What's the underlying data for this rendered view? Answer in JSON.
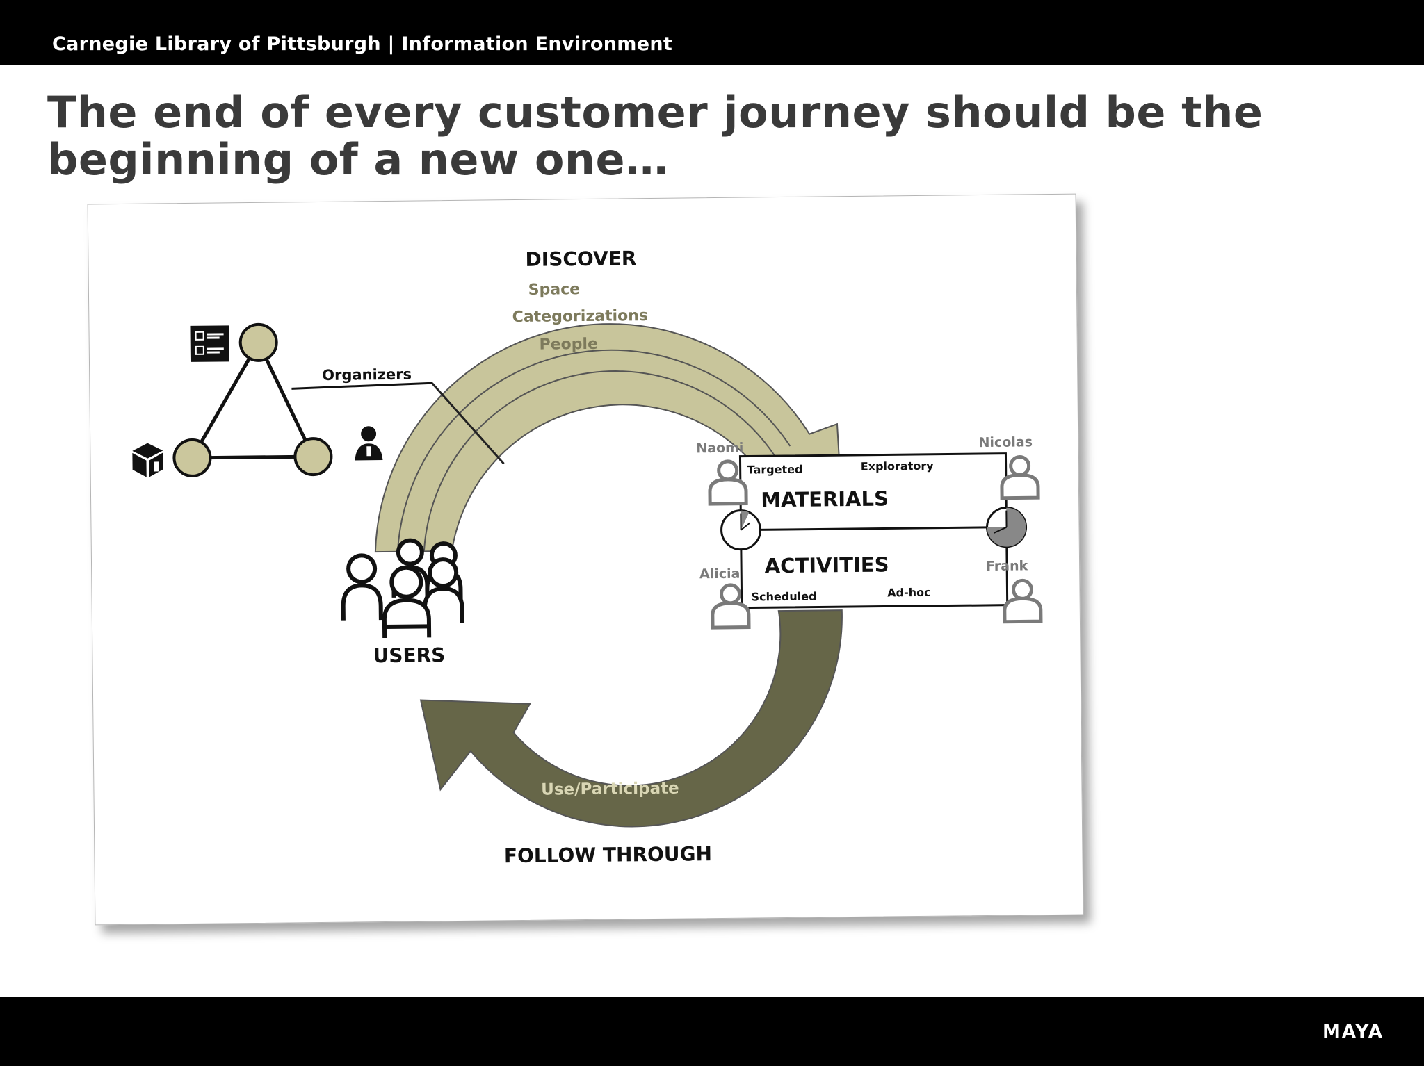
{
  "header": {
    "breadcrumb": "Carnegie Library of Pittsburgh | Information Environment"
  },
  "slide": {
    "title": "The end of every customer journey should be the beginning of a new one…"
  },
  "footer": {
    "logo": "MAYA"
  },
  "diagram": {
    "discover": "DISCOVER",
    "discover_bands": [
      "Space",
      "Categorizations",
      "People"
    ],
    "organizers": "Organizers",
    "users": "USERS",
    "materials": "MATERIALS",
    "activities": "ACTIVITIES",
    "targeted": "Targeted",
    "exploratory": "Exploratory",
    "scheduled": "Scheduled",
    "ad_hoc": "Ad-hoc",
    "personas": {
      "naomi": "Naomi",
      "nicolas": "Nicolas",
      "alicia": "Alicia",
      "frank": "Frank"
    },
    "use_participate": "Use/Participate",
    "follow_through": "FOLLOW THROUGH",
    "colors": {
      "discover_arrow": "#c8c59b",
      "follow_arrow": "#666648",
      "node_fill": "#cbc79d",
      "persona_gray": "#7a7a7a"
    }
  }
}
